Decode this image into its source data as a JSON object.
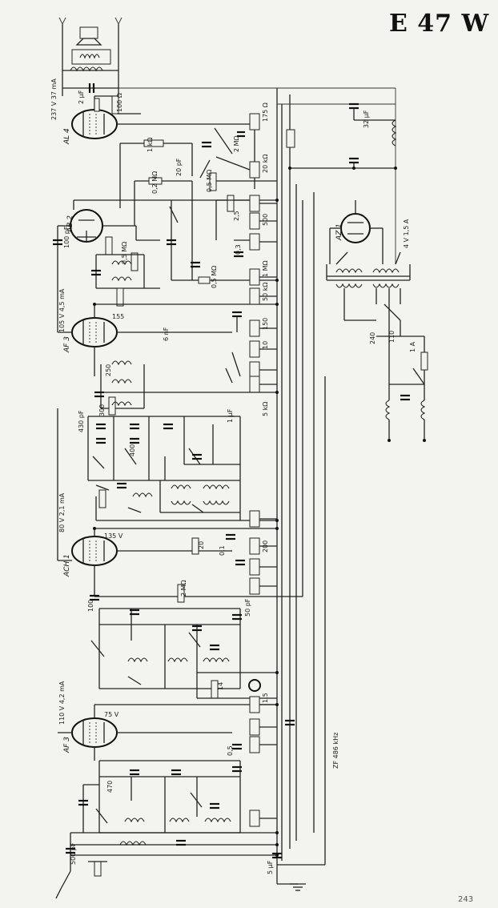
{
  "title": "E 47 W",
  "page_number": "243",
  "tubes": {
    "al4": "AL 4",
    "ab2": "AB 2",
    "az1": "AZ 1",
    "af3_top": "AF 3",
    "ach1": "ACH 1",
    "af3_bottom": "AF 3"
  },
  "tube_notes": {
    "al4_current": "237 V 37 mA",
    "af3_top_current": "105 V 4,5 mA",
    "ach1_current": "80 V 2,1 mA",
    "af3_bottom_current": "110 V 4,2 mA",
    "voltage_155": "155",
    "voltage_135": "135 V",
    "voltage_75": "75 V"
  },
  "mains": {
    "v240": "240",
    "v110": "110",
    "fuse": "1 A",
    "transformer": "4 V 1,5 A"
  },
  "components": {
    "r175": "175 Ω",
    "r1k": "1 kΩ",
    "r2m": "2 MΩ",
    "r20k": "20 kΩ",
    "r02m": "0,2 MΩ",
    "r05m": "0,5 MΩ",
    "r05m_b": "0,5 MΩ",
    "r1m": "1 MΩ",
    "r05m_c": "0,5 MΩ",
    "r2m_b": "2 MΩ",
    "r100": "100 Ω",
    "r150": "150",
    "r50": "50 kΩ",
    "r10": "10",
    "r20": "20",
    "r5": "5 kΩ",
    "r500": "500",
    "r25": "2,5",
    "r15": "1,5",
    "r14": "14",
    "c2uf": "2 μF",
    "c32uf": "32 μF",
    "c20pf": "20 pF",
    "c100pf": "100 pF",
    "c50pf": "50 pF",
    "c430": "430 pF",
    "c400": "400",
    "c470": "470",
    "c6nf": "6 nF",
    "c01": "0,1",
    "c03": "0,3",
    "c05": "0,5",
    "c250": "250",
    "c300": "300",
    "c1uf": "1 μF",
    "c5uf": "5 μF",
    "c500pf": "500 pF",
    "c200": "200",
    "c100": "100"
  },
  "notes": {
    "side_note": "ZF 486 kHz"
  }
}
